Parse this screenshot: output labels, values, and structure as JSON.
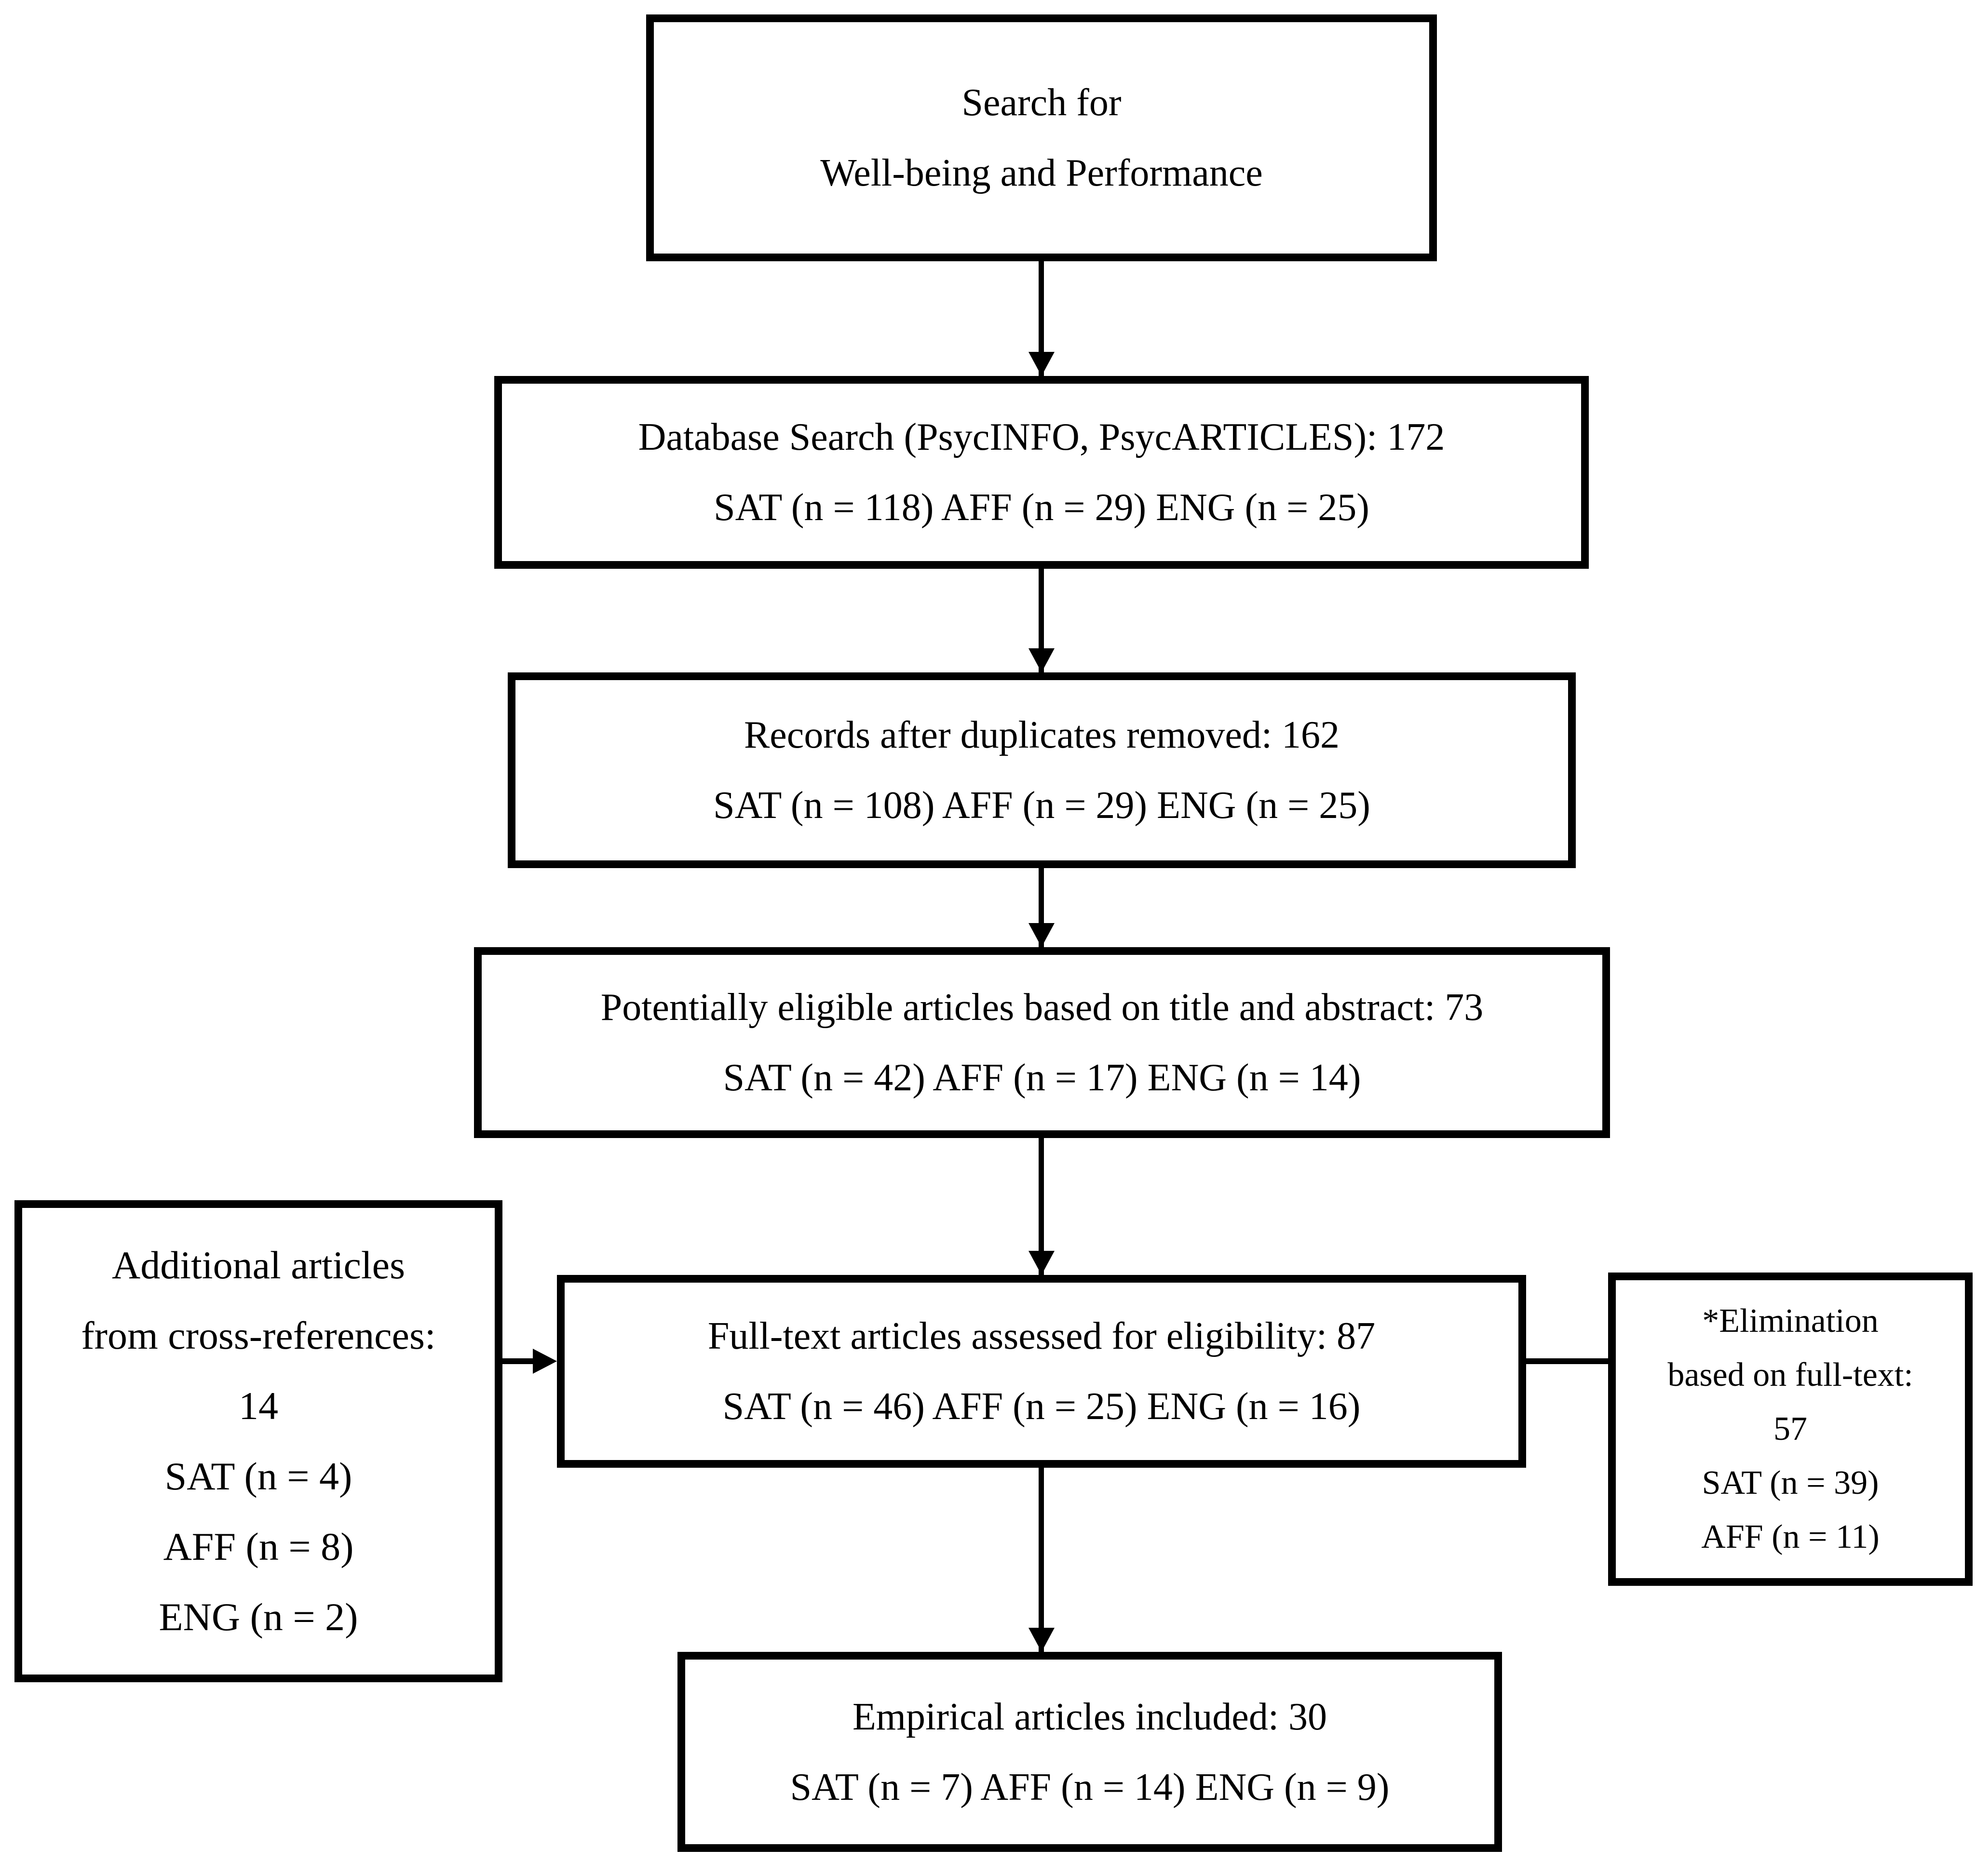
{
  "figure": {
    "type": "flowchart",
    "ink_color": "#000000",
    "paper_color": "#ffffff"
  },
  "boxes": [
    {
      "name": "search-topic",
      "lines": [
        "Search for",
        "Well-being and Performance"
      ]
    },
    {
      "name": "database-search",
      "lines": [
        "Database Search (PsycINFO, PsycARTICLES): 172",
        "SAT (n = 118) AFF (n = 29) ENG (n = 25)"
      ]
    },
    {
      "name": "duplicates-removed",
      "lines": [
        "Records after duplicates removed: 162",
        "SAT (n = 108) AFF (n = 29) ENG (n = 25)"
      ]
    },
    {
      "name": "title-abstract-screen",
      "lines": [
        "Potentially eligible articles based on title and abstract: 73",
        "SAT (n = 42) AFF (n = 17) ENG (n = 14)"
      ]
    },
    {
      "name": "cross-references",
      "lines": [
        "Additional articles",
        "from cross-references:",
        "14",
        "SAT (n = 4)",
        "AFF (n = 8)",
        "ENG (n = 2)"
      ]
    },
    {
      "name": "full-text-assessed",
      "lines": [
        "Full-text articles assessed for eligibility: 87",
        "SAT (n = 46) AFF (n = 25) ENG (n = 16)"
      ]
    },
    {
      "name": "elimination-full-text",
      "lines": [
        "*Elimination",
        "based on full-text:",
        "57",
        "SAT (n = 39)",
        "AFF (n = 11)"
      ]
    },
    {
      "name": "empirical-included",
      "lines": [
        "Empirical articles included: 30",
        "SAT (n = 7) AFF (n = 14) ENG (n = 9)"
      ]
    }
  ]
}
